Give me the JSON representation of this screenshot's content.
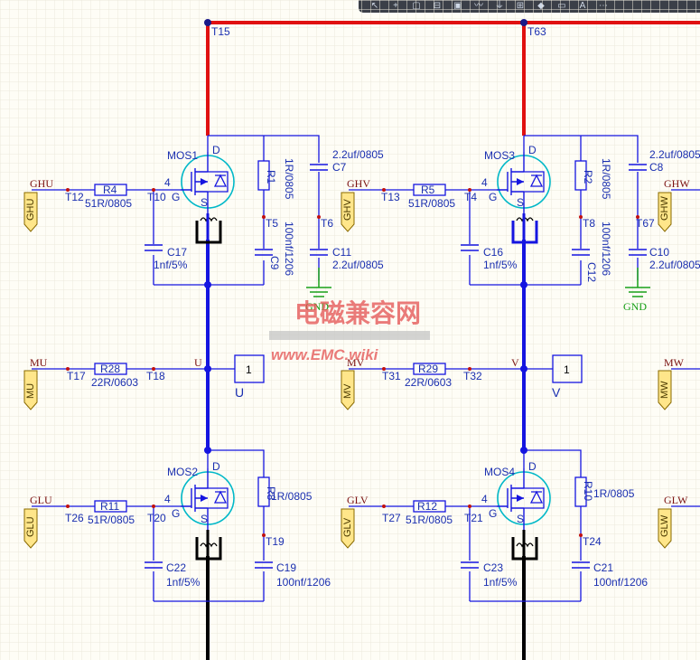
{
  "toolbar": {
    "icons": [
      "pointer-icon",
      "add-icon",
      "select-rect-icon",
      "align-icon",
      "part-icon",
      "wire-icon",
      "power-icon",
      "net-label-icon",
      "port-icon",
      "sheet-icon",
      "text-icon",
      "more-icon"
    ],
    "glyphs": [
      "↖",
      "+",
      "▢",
      "⊟",
      "▣",
      "〰",
      "⏚",
      "⊞",
      "◆",
      "▭",
      "A",
      "⋯"
    ]
  },
  "colors": {
    "wire": "#1515e0",
    "power": "#e01010",
    "ground_trace": "#000000",
    "gnd": "#18a018",
    "port_fill": "#ffe68a"
  },
  "watermark": {
    "line1": "电磁兼容网",
    "line2": "www.EMC.wiki"
  },
  "test_points": {
    "T15": "T15",
    "T63": "T63",
    "T12": "T12",
    "T10": "T10",
    "T5": "T5",
    "T6": "T6",
    "T13": "T13",
    "T4": "T4",
    "T8": "T8",
    "T67": "T67",
    "T17": "T17",
    "T18": "T18",
    "T31": "T31",
    "T32": "T32",
    "T26": "T26",
    "T20": "T20",
    "T19": "T19",
    "T27": "T27",
    "T21": "T21",
    "T24": "T24"
  },
  "mosfets": {
    "mos1": "MOS1",
    "mos2": "MOS2",
    "mos3": "MOS3",
    "mos4": "MOS4",
    "pin_d": "D",
    "pin_g": "G",
    "pin_s": "S",
    "gate_pin": "4"
  },
  "resistors": {
    "r4": {
      "ref": "R4",
      "value": "51R/0805"
    },
    "r5": {
      "ref": "R5",
      "value": "51R/0805"
    },
    "r1": {
      "ref": "R1",
      "value": "1R/0805"
    },
    "r2": {
      "ref": "R2",
      "value": "1R/0805"
    },
    "r28": {
      "ref": "R28",
      "value": "22R/0603"
    },
    "r29": {
      "ref": "R29",
      "value": "22R/0603"
    },
    "r11": {
      "ref": "R11",
      "value": "51R/0805"
    },
    "r12": {
      "ref": "R12",
      "value": "51R/0805"
    },
    "r8": {
      "ref": "R8",
      "value": "1R/0805"
    },
    "r10": {
      "ref": "R10",
      "value": "1R/0805"
    }
  },
  "capacitors": {
    "c7": {
      "ref": "C7",
      "value": "2.2uf/0805"
    },
    "c8": {
      "ref": "C8",
      "value": "2.2uf/0805"
    },
    "c11": {
      "ref": "C11",
      "value": "2.2uf/0805"
    },
    "c10": {
      "ref": "C10",
      "value": "2.2uf/0805"
    },
    "c17": {
      "ref": "C17",
      "value": "1nf/5%"
    },
    "c16": {
      "ref": "C16",
      "value": "1nf/5%"
    },
    "c9": {
      "ref": "C9",
      "value": "100nf/1206"
    },
    "c12": {
      "ref": "C12",
      "value": "100nf/1206"
    },
    "c22": {
      "ref": "C22",
      "value": "1nf/5%"
    },
    "c23": {
      "ref": "C23",
      "value": "1nf/5%"
    },
    "c19": {
      "ref": "C19",
      "value": "100nf/1206"
    },
    "c21": {
      "ref": "C21",
      "value": "100nf/1206"
    }
  },
  "nets": {
    "ghu": "GHU",
    "ghv": "GHV",
    "ghw": "GHW",
    "mu": "MU",
    "mv": "MV",
    "mw": "MW",
    "glu": "GLU",
    "glv": "GLV",
    "glw": "GLW",
    "u": "U",
    "v": "V",
    "gnd": "GND"
  },
  "connectors": {
    "pin": "1",
    "u_label": "U",
    "v_label": "V"
  }
}
